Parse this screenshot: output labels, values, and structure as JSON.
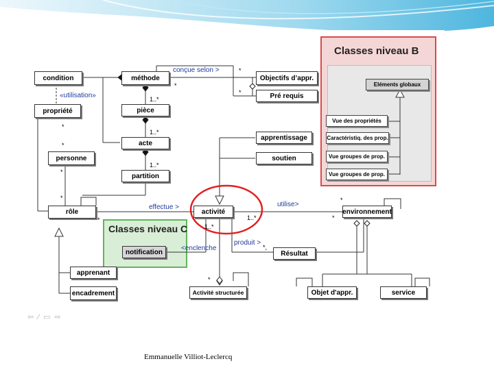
{
  "panels": {
    "b_title": "Classes niveau B",
    "c_title": "Classes niveau C"
  },
  "classes": {
    "condition": "condition",
    "methode": "méthode",
    "objectifs": "Objectifs d’appr.",
    "prerequis": "Pré requis",
    "propriete": "propriété",
    "piece": "pièce",
    "acte": "acte",
    "apprentissage": "apprentissage",
    "personne": "personne",
    "soutien": "soutien",
    "partition": "partition",
    "role": "rôle",
    "activite": "activité",
    "environnement": "environnement",
    "notification": "notification",
    "resultat": "Résultat",
    "apprenant": "apprenant",
    "encadrement": "encadrement",
    "activite_structuree": "Activité structurée",
    "objet_appr": "Objet d'appr.",
    "service": "service",
    "elements_globaux": "Eléments globaux",
    "vue_proprietes": "Vue des propriétés",
    "caracteristiq": "Caractéristiq. des prop.",
    "vue_groupes_1": "Vue groupes de prop.",
    "vue_groupes_2": "Vue groupes de prop."
  },
  "associations": {
    "concue_selon": "conçue selon >",
    "utilisation": "«utilisation»",
    "effectue": "effectue >",
    "utilise": "utilise>",
    "enclenche": "<enclenche",
    "produit": "produit >"
  },
  "multiplicities": {
    "star": "*",
    "one_star": "1..*",
    "star_comma": "*,"
  },
  "footer": "Emmanuelle Villiot-Leclercq",
  "colors": {
    "panel_b_border": "#d94a4a",
    "panel_b_fill": "#f5d6d6",
    "panel_c_border": "#5fb55a",
    "panel_c_fill": "#d9eed6",
    "highlight_circle": "#e02020",
    "association_text": "#1f3a9a"
  },
  "icons": [
    "arrow-left-icon",
    "pen-icon",
    "screen-icon",
    "arrow-right-icon"
  ]
}
